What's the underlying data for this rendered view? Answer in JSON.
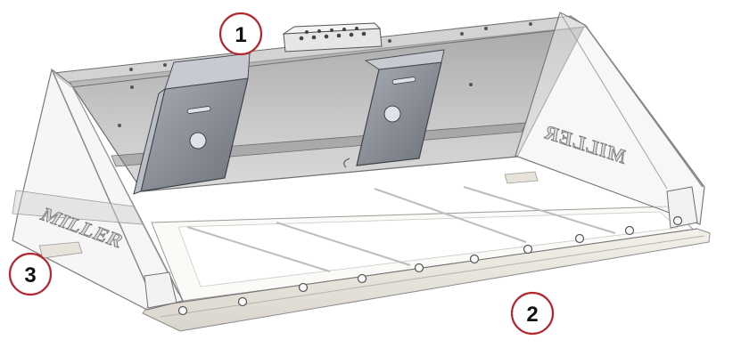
{
  "diagram": {
    "brand_marks": [
      "MILLER",
      "MILLER"
    ],
    "callouts": [
      "1",
      "2",
      "3"
    ],
    "colors": {
      "callout_ring": "#b3262d",
      "panel_tint": "#9b9b9b",
      "bracket": "#8a8d93",
      "outline": "#6f6f6f"
    }
  }
}
